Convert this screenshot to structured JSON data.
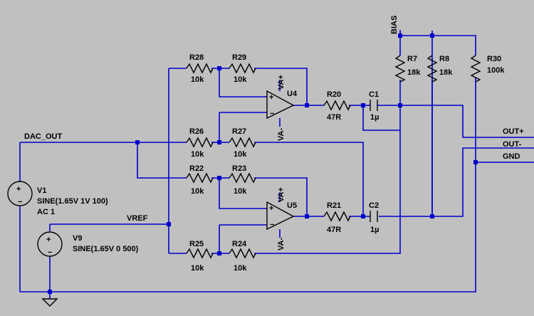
{
  "resistors": [
    {
      "ref": "R28",
      "value": "10k"
    },
    {
      "ref": "R29",
      "value": "10k"
    },
    {
      "ref": "R26",
      "value": "10k"
    },
    {
      "ref": "R27",
      "value": "10k"
    },
    {
      "ref": "R22",
      "value": "10k"
    },
    {
      "ref": "R23",
      "value": "10k"
    },
    {
      "ref": "R25",
      "value": "10k"
    },
    {
      "ref": "R24",
      "value": "10k"
    },
    {
      "ref": "R20",
      "value": "47R"
    },
    {
      "ref": "R21",
      "value": "47R"
    },
    {
      "ref": "R7",
      "value": "18k"
    },
    {
      "ref": "R8",
      "value": "18k"
    },
    {
      "ref": "R30",
      "value": "100k"
    }
  ],
  "capacitors": [
    {
      "ref": "C1",
      "value": "1µ"
    },
    {
      "ref": "C2",
      "value": "1µ"
    }
  ],
  "opamps": [
    {
      "ref": "U4",
      "vpos": "VA+",
      "vneg": "VA-",
      "plus": "+",
      "minus": "−"
    },
    {
      "ref": "U5",
      "vpos": "VA+",
      "vneg": "VA-",
      "plus": "+",
      "minus": "−"
    }
  ],
  "sources": [
    {
      "ref": "V1",
      "value": "SINE(1.65V 1V 100)",
      "ac": "AC 1"
    },
    {
      "ref": "V9",
      "value": "SINE(1.65V 0 500)"
    }
  ],
  "nets": {
    "dac_out": "DAC_OUT",
    "vref": "VREF",
    "bias": "BIAS",
    "out_pos": "OUT+",
    "out_neg": "OUT-",
    "gnd": "GND"
  },
  "colors": {
    "wire": "#0000cc",
    "background": "#c0c0c0",
    "parts": "#000000"
  }
}
